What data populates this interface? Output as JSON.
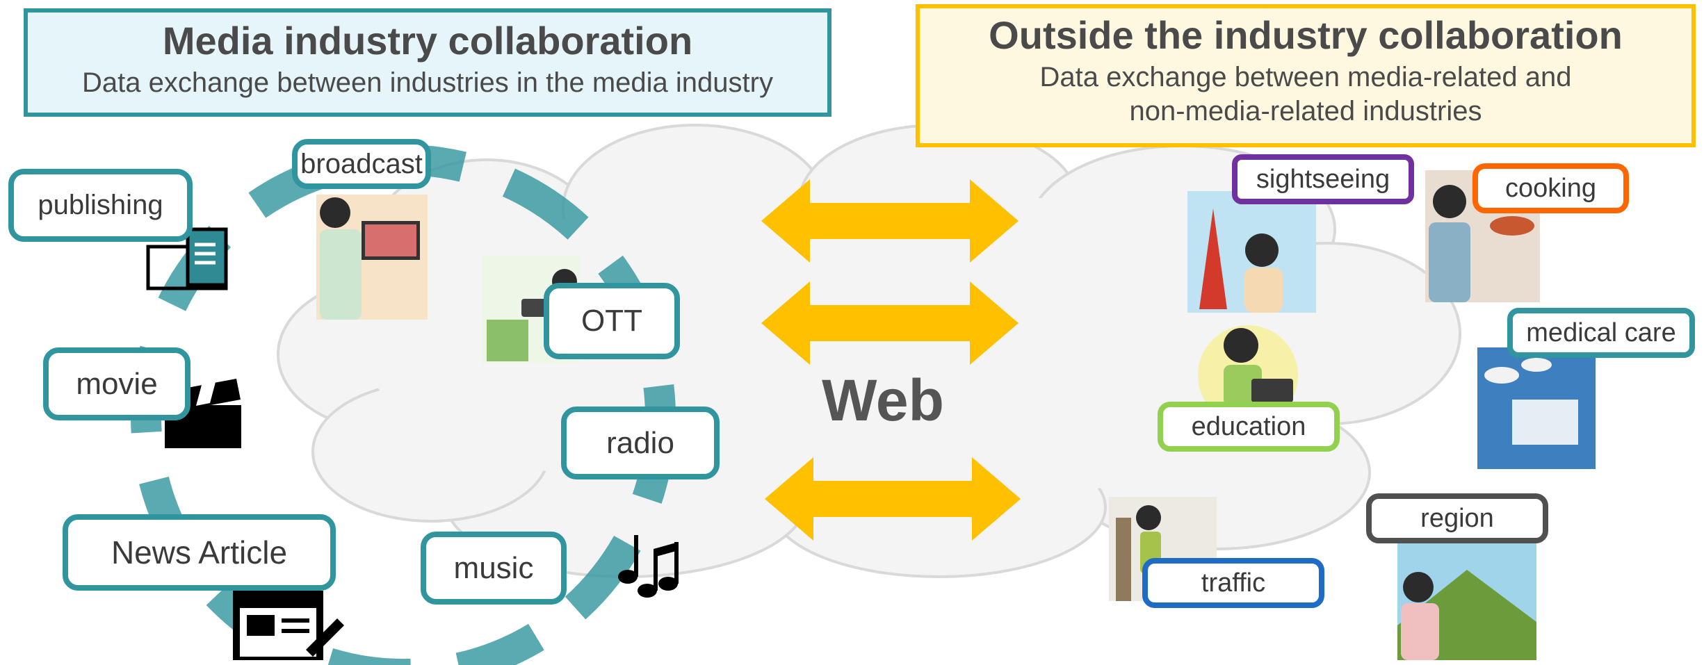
{
  "left_panel": {
    "title": "Media industry collaboration",
    "subtitle": "Data exchange between industries in the media industry"
  },
  "right_panel": {
    "title": "Outside the industry collaboration",
    "subtitle_line1": "Data exchange between media-related and",
    "subtitle_line2": "non-media-related industries"
  },
  "center": {
    "label": "Web"
  },
  "media_industries": [
    {
      "label": "broadcast"
    },
    {
      "label": "publishing"
    },
    {
      "label": "OTT"
    },
    {
      "label": "movie"
    },
    {
      "label": "radio"
    },
    {
      "label": "News Article"
    },
    {
      "label": "music"
    }
  ],
  "other_industries": [
    {
      "label": "sightseeing",
      "color": "#7030a0"
    },
    {
      "label": "cooking",
      "color": "#ff6600"
    },
    {
      "label": "medical care",
      "color": "#31959f"
    },
    {
      "label": "education",
      "color": "#92d050"
    },
    {
      "label": "traffic",
      "color": "#1f6cc7"
    },
    {
      "label": "region",
      "color": "#505050"
    }
  ],
  "colors": {
    "teal": "#31959f",
    "arrow": "#ffc000",
    "left_panel_bg": "#e6f5fa",
    "right_panel_bg": "#fff8e1",
    "right_panel_border": "#ffc000"
  }
}
